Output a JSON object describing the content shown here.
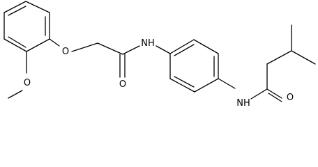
{
  "labels": {
    "methoxy_O": "O",
    "ether_O": "O",
    "amide1_NH": "NH",
    "amide1_O": "O",
    "amide2_NH": "NH",
    "amide2_O": "O"
  }
}
